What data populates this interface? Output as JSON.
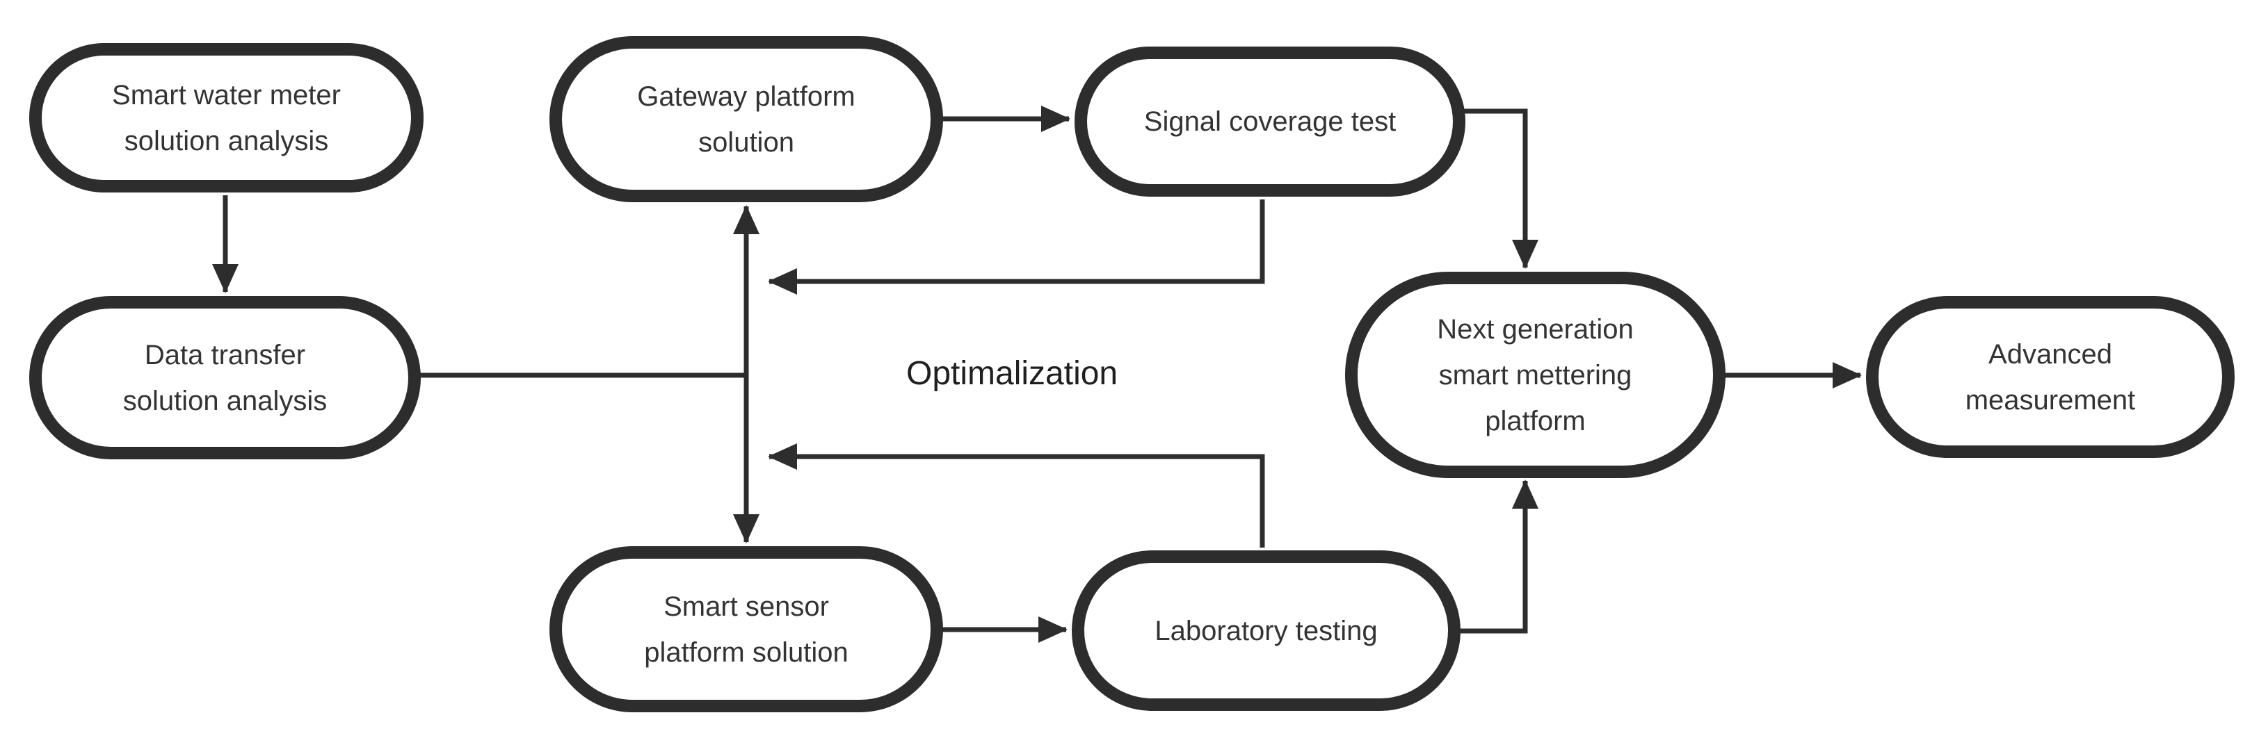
{
  "colors": {
    "background": "#ffffff",
    "stroke": "#2d2d2d",
    "text": "#333333"
  },
  "nodes": {
    "smart_water": {
      "lines": [
        "Smart water meter",
        "solution analysis"
      ]
    },
    "data_transfer": {
      "lines": [
        "Data transfer",
        "solution analysis"
      ]
    },
    "gateway": {
      "lines": [
        "Gateway platform",
        "solution"
      ]
    },
    "signal": {
      "lines": [
        "Signal coverage test"
      ]
    },
    "sensor": {
      "lines": [
        "Smart sensor",
        "platform solution"
      ]
    },
    "lab": {
      "lines": [
        "Laboratory testing"
      ]
    },
    "nextgen": {
      "lines": [
        "Next generation",
        "smart mettering",
        "platform"
      ]
    },
    "advanced": {
      "lines": [
        "Advanced",
        "measurement"
      ]
    }
  },
  "labels": {
    "optimalization": "Optimalization"
  },
  "edges": [
    {
      "from": "Smart water meter solution analysis",
      "to": "Data transfer solution analysis",
      "style": "arrow-down"
    },
    {
      "from": "Data transfer solution analysis",
      "to": "optimalization-axis",
      "style": "plain-line"
    },
    {
      "from": "optimalization-axis",
      "to": "Gateway platform solution and Smart sensor platform solution",
      "style": "double-headed-vertical-arrow"
    },
    {
      "from": "Gateway platform solution",
      "to": "Signal coverage test",
      "style": "arrow-right"
    },
    {
      "from": "Signal coverage test",
      "to": "optimalization-axis",
      "style": "feedback-arrow-left"
    },
    {
      "from": "Smart sensor platform solution",
      "to": "Laboratory testing",
      "style": "arrow-right"
    },
    {
      "from": "Laboratory testing",
      "to": "optimalization-axis",
      "style": "feedback-arrow-left"
    },
    {
      "from": "Signal coverage test",
      "to": "Next generation smart mettering platform",
      "style": "arrow-down"
    },
    {
      "from": "Laboratory testing",
      "to": "Next generation smart mettering platform",
      "style": "arrow-up"
    },
    {
      "from": "Next generation smart mettering platform",
      "to": "Advanced measurement",
      "style": "arrow-right"
    }
  ]
}
